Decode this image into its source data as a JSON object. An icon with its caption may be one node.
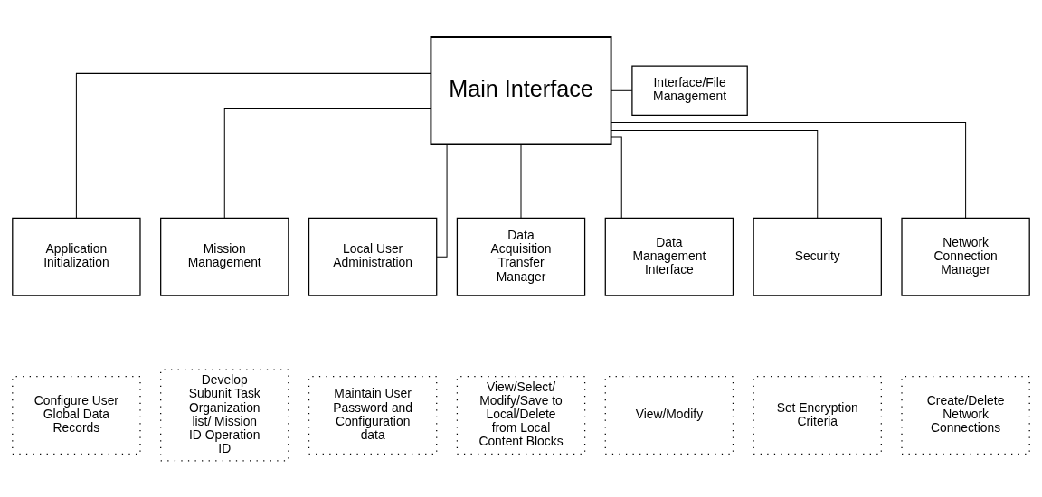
{
  "diagram": {
    "nodes": [
      {
        "text": [
          "Main Interface"
        ]
      },
      {
        "text": [
          "Interface/File Management"
        ]
      },
      {
        "text": [
          "Application Initialization"
        ]
      },
      {
        "text": [
          "Mission Management"
        ]
      },
      {
        "text": [
          "Local User Administration"
        ]
      },
      {
        "text": [
          "Data Acquisition Transfer Manager"
        ]
      },
      {
        "text": [
          "Data Management Interface"
        ]
      },
      {
        "text": [
          "Security"
        ]
      },
      {
        "text": [
          "Network Connection Manager"
        ]
      },
      {
        "text": [
          "Configure User Global Data Records"
        ]
      },
      {
        "text": [
          "Develop Subunit Task Organization list/ Mission ID Operation ID"
        ]
      },
      {
        "text": [
          "Maintain User Password and Configuration data"
        ]
      },
      {
        "text": [
          "View/Select/ Modify/Save to Local/Delete from Local Content Blocks"
        ]
      },
      {
        "text": [
          "View/Modify"
        ]
      },
      {
        "text": [
          "Set Encryption Criteria"
        ]
      },
      {
        "text": [
          "Create/Delete Network Connections"
        ]
      }
    ],
    "edges": [
      {
        "from": 0,
        "to": 1,
        "arrow": "none"
      },
      {
        "from": 0,
        "to": 2,
        "arrow": "none"
      },
      {
        "from": 0,
        "to": 3,
        "arrow": "none"
      },
      {
        "from": 0,
        "to": 4,
        "arrow": "none"
      },
      {
        "from": 0,
        "to": 5,
        "arrow": "none"
      },
      {
        "from": 0,
        "to": 6,
        "arrow": "none"
      },
      {
        "from": 0,
        "to": 7,
        "arrow": "none"
      },
      {
        "from": 0,
        "to": 8,
        "arrow": "none"
      }
    ]
  }
}
